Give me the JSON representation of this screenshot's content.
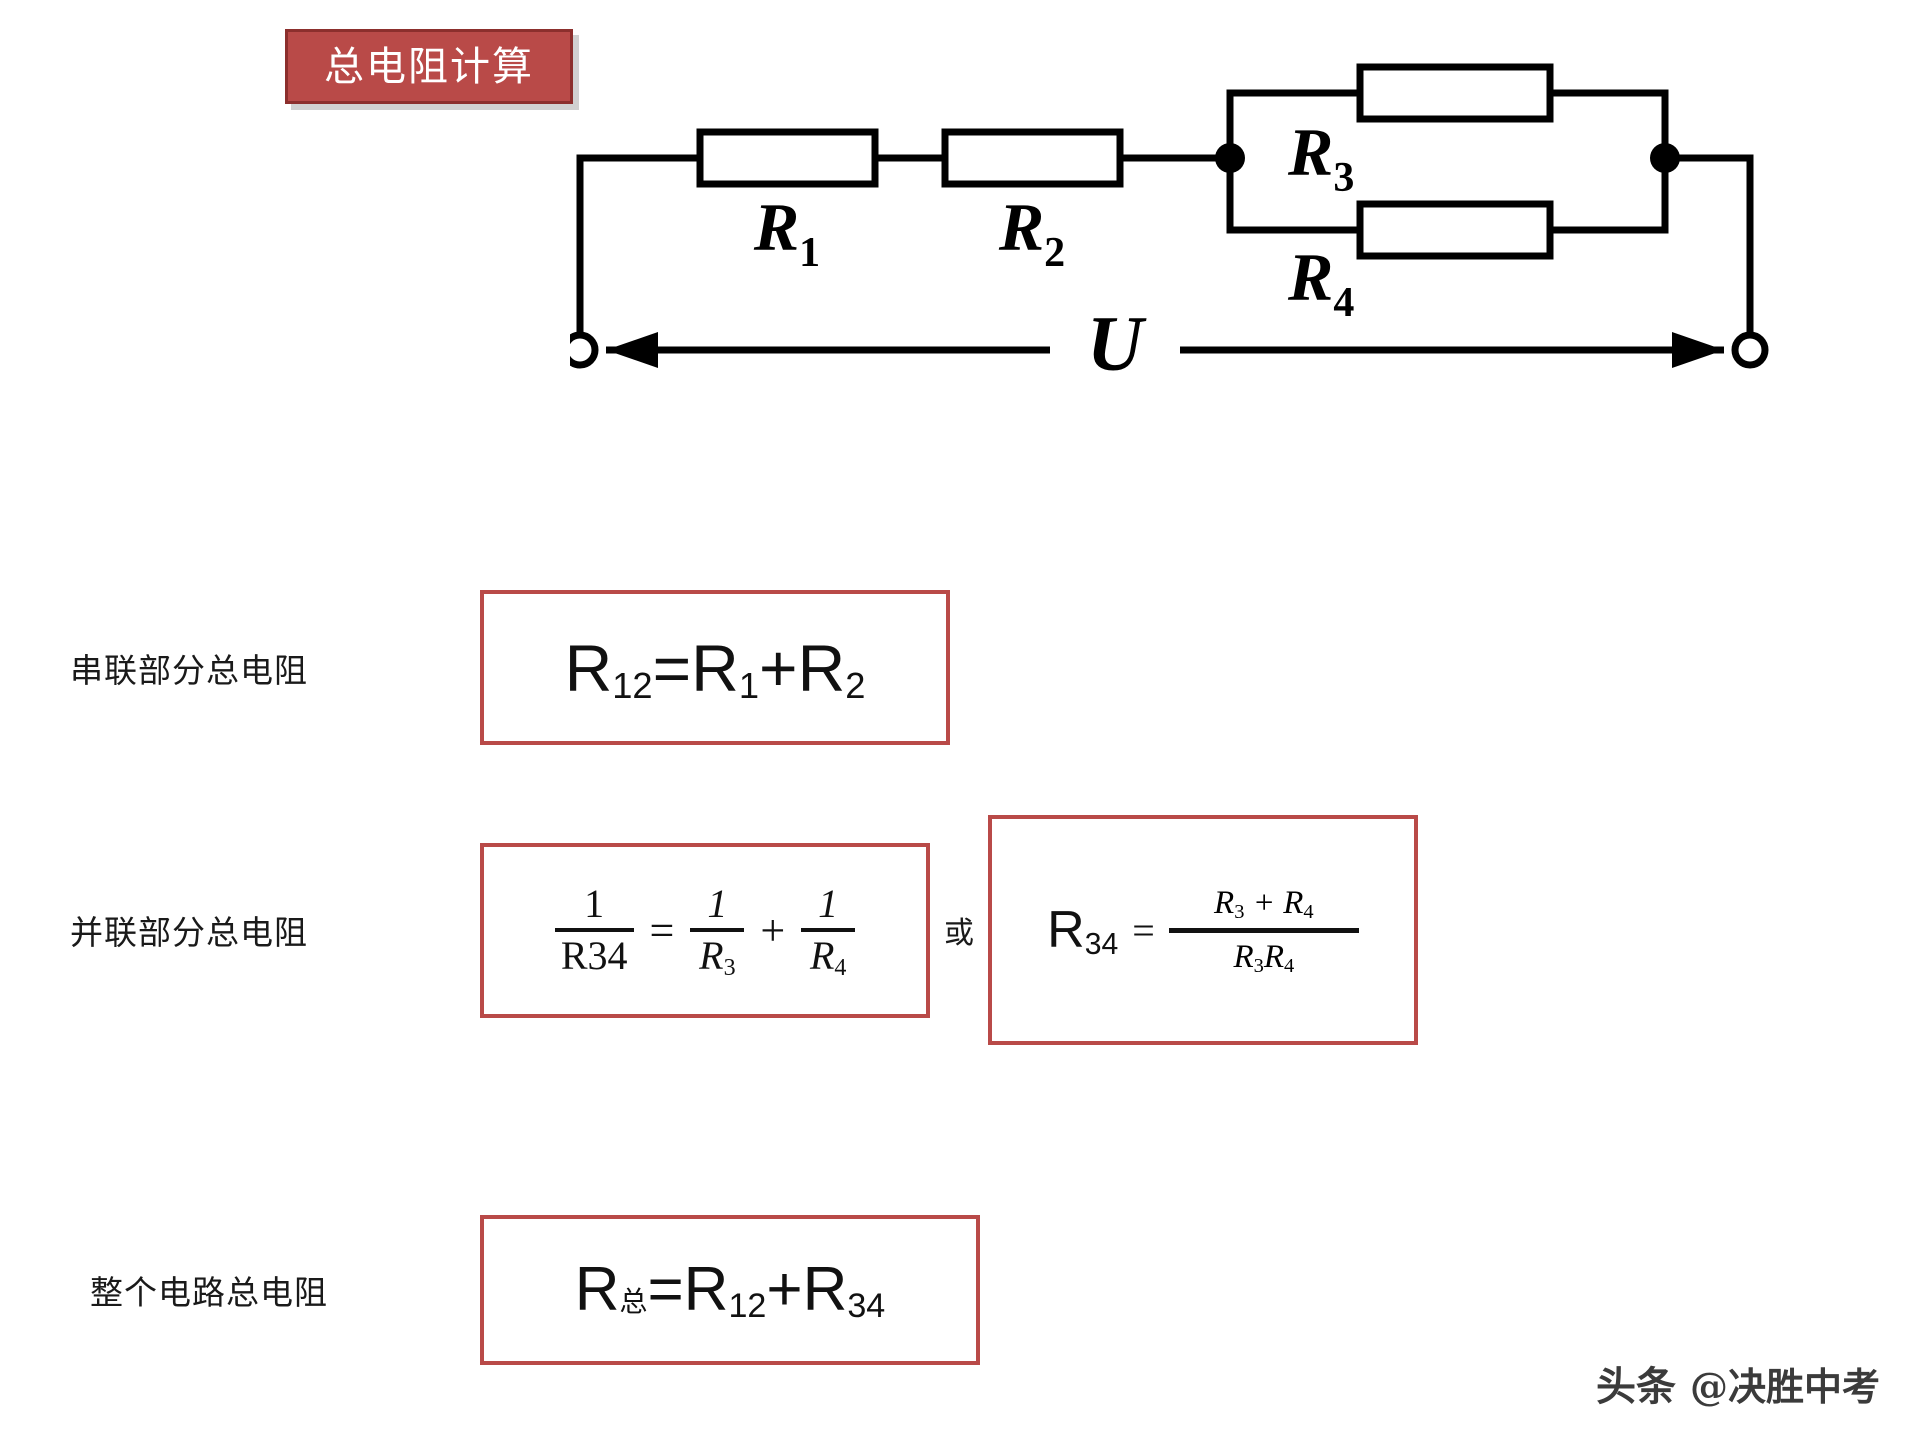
{
  "title": {
    "text": "总电阻计算",
    "background_color": "#b94a48",
    "border_color": "#8c2f2d",
    "text_color": "#ffffff"
  },
  "circuit": {
    "name": "series-parallel-resistor-circuit",
    "source_label": "U",
    "resistors": [
      {
        "id": "R1",
        "label": "R",
        "sub": "1",
        "arrangement": "series"
      },
      {
        "id": "R2",
        "label": "R",
        "sub": "2",
        "arrangement": "series"
      },
      {
        "id": "R3",
        "label": "R",
        "sub": "3",
        "arrangement": "parallel-top"
      },
      {
        "id": "R4",
        "label": "R",
        "sub": "4",
        "arrangement": "parallel-bottom"
      }
    ],
    "junction_dots": 2,
    "terminals": 2,
    "wire_color": "#000000"
  },
  "rows": [
    {
      "label": "串联部分总电阻",
      "formula_id": "R12",
      "formula_text": "R12=R1+R2",
      "parts": {
        "lhs": "R",
        "lhs_sub": "12",
        "eq": "=",
        "a": "R",
        "a_sub": "1",
        "plus": "+",
        "b": "R",
        "b_sub": "2"
      },
      "box_border_color": "#b94a48"
    },
    {
      "label": "并联部分总电阻",
      "formula_id": "R34",
      "connector": "或",
      "formula_text": "1/R34 = 1/R3 + 1/R4",
      "fraction_left": {
        "lhs_num": "1",
        "lhs_den": "R34",
        "eq": "=",
        "t1_num": "1",
        "t1_den": "R",
        "t1_den_sub": "3",
        "plus": "+",
        "t2_num": "1",
        "t2_den": "R",
        "t2_den_sub": "4"
      },
      "alt_formula": {
        "lhs": "R",
        "lhs_sub": "34",
        "eq": "=",
        "num_a": "R",
        "num_a_sub": "3",
        "num_op": "+",
        "num_b": "R",
        "num_b_sub": "4",
        "den_a": "R",
        "den_a_sub": "3",
        "den_b": "R",
        "den_b_sub": "4"
      },
      "box_border_color": "#b94a48"
    },
    {
      "label": "整个电路总电阻",
      "formula_id": "Rtotal",
      "formula_text": "R总=R12+R34",
      "parts": {
        "lhs": "R",
        "lhs_cn": "总",
        "eq": "=",
        "a": "R",
        "a_sub": "12",
        "plus": "+",
        "b": "R",
        "b_sub": "34"
      },
      "box_border_color": "#b94a48"
    }
  ],
  "watermark": {
    "brand": "头条",
    "handle": "@决胜中考"
  }
}
